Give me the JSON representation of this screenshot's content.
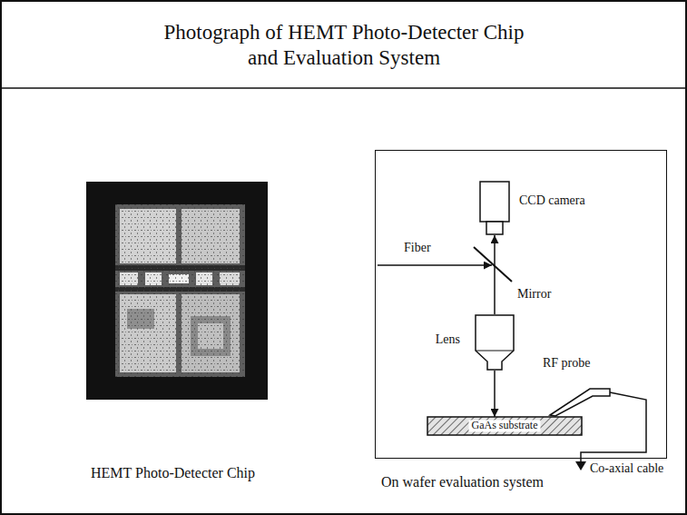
{
  "diagram": {
    "title": "Photograph of HEMT Photo-Detecter Chip and Evaluation System",
    "nodes": [
      {
        "text": [
          "On wafer evaluation system"
        ]
      },
      {
        "text": [
          "CCD camera"
        ],
        "in": 0
      },
      {
        "text": [
          "Lens"
        ],
        "in": 0
      },
      {
        "text": [
          "GaAs substrate"
        ],
        "in": 0
      }
    ],
    "edges": [
      {
        "from": 2,
        "to": 1,
        "arrow": "to"
      },
      {
        "from": 2,
        "to": 3,
        "arrow": "to"
      }
    ],
    "labels": [
      "Fiber",
      "Mirror",
      "RF probe",
      "Co-axial cable",
      "HEMT Photo-Detecter Chip"
    ]
  }
}
